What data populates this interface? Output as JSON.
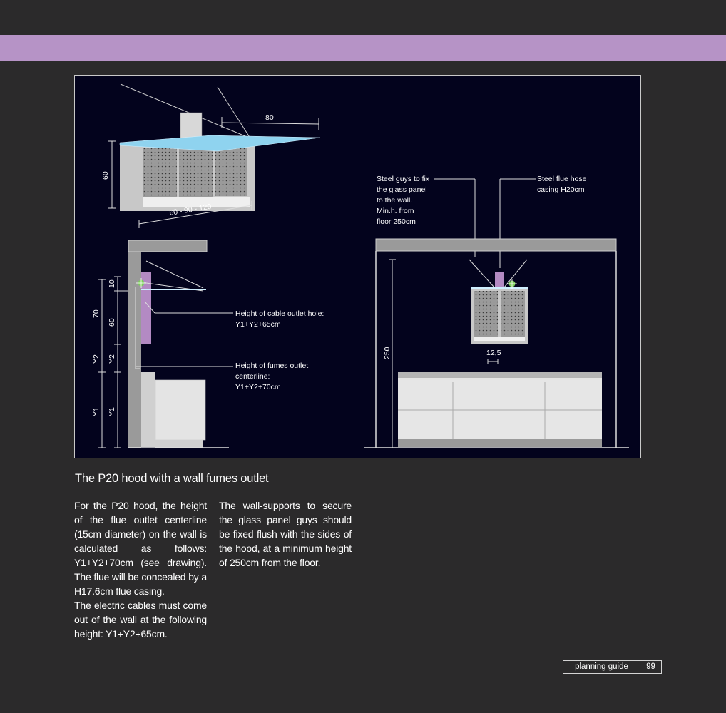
{
  "figure": {
    "hood": {
      "width_dim": "80",
      "depth_dim": "60",
      "length_dim": "60 - 90 - 120"
    },
    "side": {
      "dims": [
        "10",
        "70",
        "60",
        "Y2",
        "Y2",
        "Y1",
        "Y1"
      ],
      "cable_label": [
        "Height of cable outlet hole:",
        "Y1+Y2+65cm"
      ],
      "fumes_label": [
        "Height of fumes outlet",
        "centerline:",
        "Y1+Y2+70cm"
      ]
    },
    "front": {
      "guys_label": [
        "Steel guys to fix",
        "the glass panel",
        "to the wall.",
        "Min.h. from",
        "floor 250cm"
      ],
      "hose_label": [
        "Steel flue hose",
        "casing H20cm"
      ],
      "height_dim": "250",
      "gap_dim": "12,5"
    }
  },
  "caption": "The P20 hood with a wall fumes outlet",
  "col1": {
    "p1": "For the P20 hood, the height of the flue outlet centerline (15cm diameter) on the wall is calculated as follows: Y1+Y2+70cm (see drawing). The flue will be concealed by a H17.6cm flue casing.",
    "p2": "The electric cables must come out of the wall at the following height: Y1+Y2+65cm."
  },
  "col2": {
    "p1": "The wall-supports to secure the glass panel guys should be fixed flush with the sides of the hood, at a minimum height of 250cm from the floor."
  },
  "footer": {
    "label": "planning guide",
    "page": "99"
  },
  "colors": {
    "band": "#b693c6",
    "background": "#2b2a2b",
    "figure_bg": "#03031d",
    "glass": "#8fd3ef"
  }
}
